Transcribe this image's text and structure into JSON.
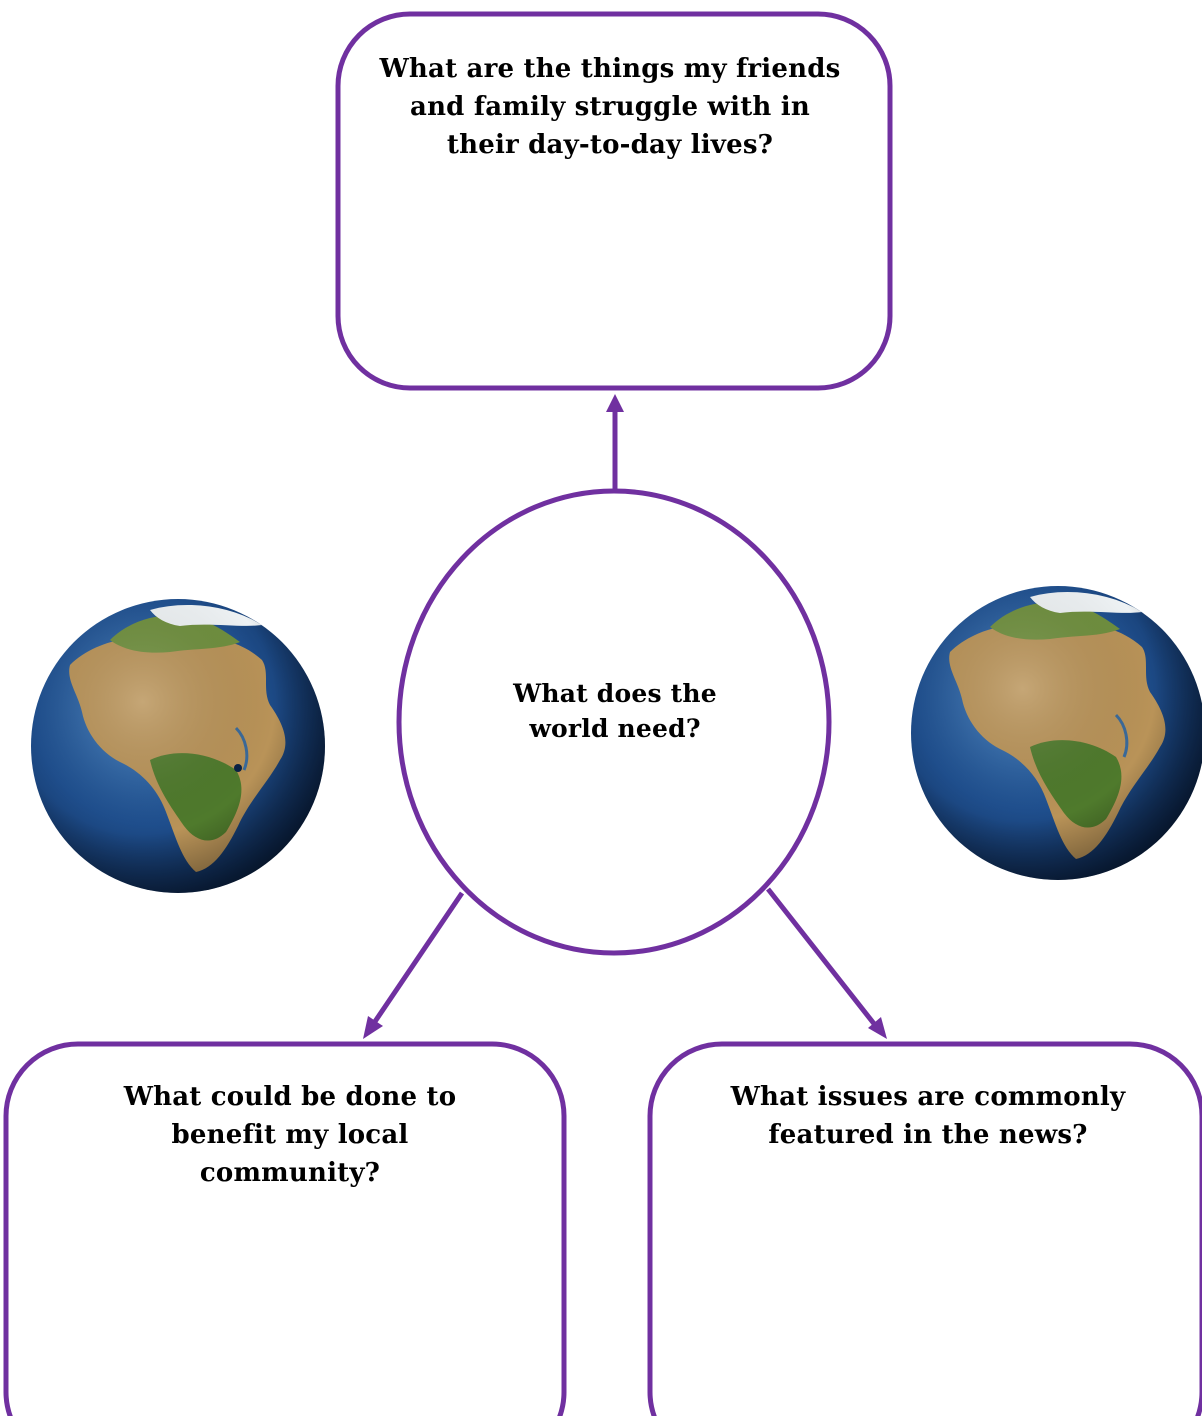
{
  "diagram": {
    "accent_color": "#7030a0",
    "nodes": {
      "top": {
        "text": "What are the things my friends and family struggle with in their day-to-day lives?"
      },
      "center": {
        "text": "What does the world need?"
      },
      "bottom_left": {
        "text": "What could be done to benefit my local community?"
      },
      "bottom_right": {
        "text": "What issues are commonly featured in the news?"
      }
    },
    "images": [
      {
        "name": "earth-globe-left",
        "depicts": "earth globe showing Africa and Europe"
      },
      {
        "name": "earth-globe-right",
        "depicts": "earth globe showing Africa and Europe"
      }
    ]
  }
}
